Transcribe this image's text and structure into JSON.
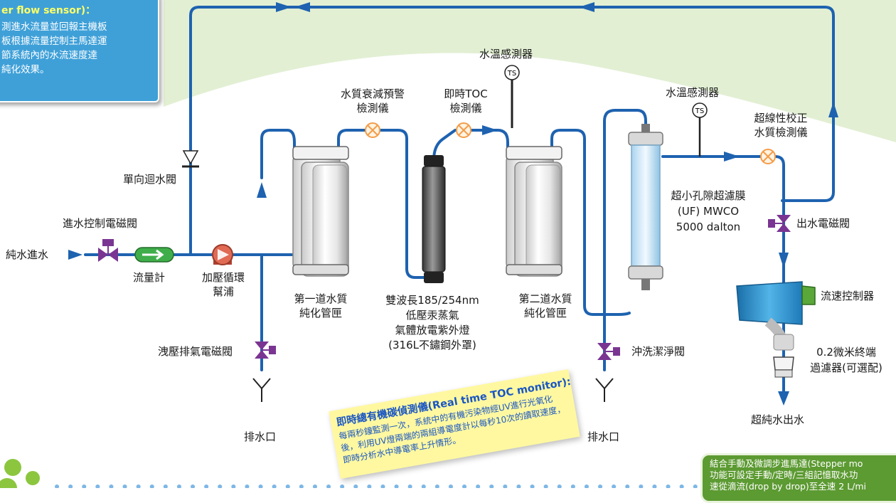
{
  "labels": {
    "pure_water_in": "純水進水",
    "inlet_valve": "進水控制電磁閥",
    "flow_meter": "流量計",
    "booster_pump": "加壓循環\n幫浦",
    "check_valve": "單向迴水閥",
    "drain_valve": "洩壓排氣電磁閥",
    "drain_left": "排水口",
    "drain_right": "排水口",
    "cartridge1": "第一道水質\n純化管匣",
    "quality_alarm": "水質衰減預警\n檢測儀",
    "toc_monitor": "即時TOC\n檢測儀",
    "temp_sensor_top": "水溫感測器",
    "uv_lamp": "雙波長185/254nm\n低壓汞蒸氣\n氣體放電紫外燈\n(316L不鏽鋼外罩)",
    "cartridge2": "第二道水質\n純化管匣",
    "flush_valve": "沖洗潔淨閥",
    "temp_sensor_right": "水溫感測器",
    "uf_membrane": "超小孔隙超濾膜\n(UF) MWCO\n5000 dalton",
    "linear_meter": "超線性校正\n水質檢測儀",
    "outlet_valve": "出水電磁閥",
    "flow_controller": "流速控制器",
    "final_filter": "0.2微米終端\n過濾器(可選配)",
    "ultrapure_out": "超純水出水",
    "ts_symbol": "TS"
  },
  "notes": {
    "flow_sensor": {
      "title": "er flow sensor)：",
      "body": "測進水流量並回報主機板\n板根據流量控制主馬達運\n節系統內的水流速度達\n純化效果。"
    },
    "toc": {
      "title": "即時總有機碳偵測儀(Real time TOC monitor):",
      "body": "每兩秒鐘監測一次，系統中的有機污染物經UV進行光氧化後，利用UV燈兩端的兩組導電度計以每秒10次的讀取速度，即時分析水中導電率上升情形。"
    },
    "stepper": {
      "body": "結合手動及微調步進馬達(Stepper mo\n功能可設定手動/定時/三組記憶取水功\n速從滴流(drop by drop)至全速 2 L/mi"
    }
  },
  "colors": {
    "pipe": "#1e62b0",
    "background_green": "#e2efd3",
    "valve_purple": "#7a3592",
    "pump_red": "#e06a54",
    "flow_meter_green": "#3fae4a",
    "indicator_orange": "#f39c4a",
    "note_blue": "#3fa0d8",
    "note_yellow": "#fff8a0",
    "note_green": "#5c9a32",
    "dot_green": "#8cc63f"
  }
}
